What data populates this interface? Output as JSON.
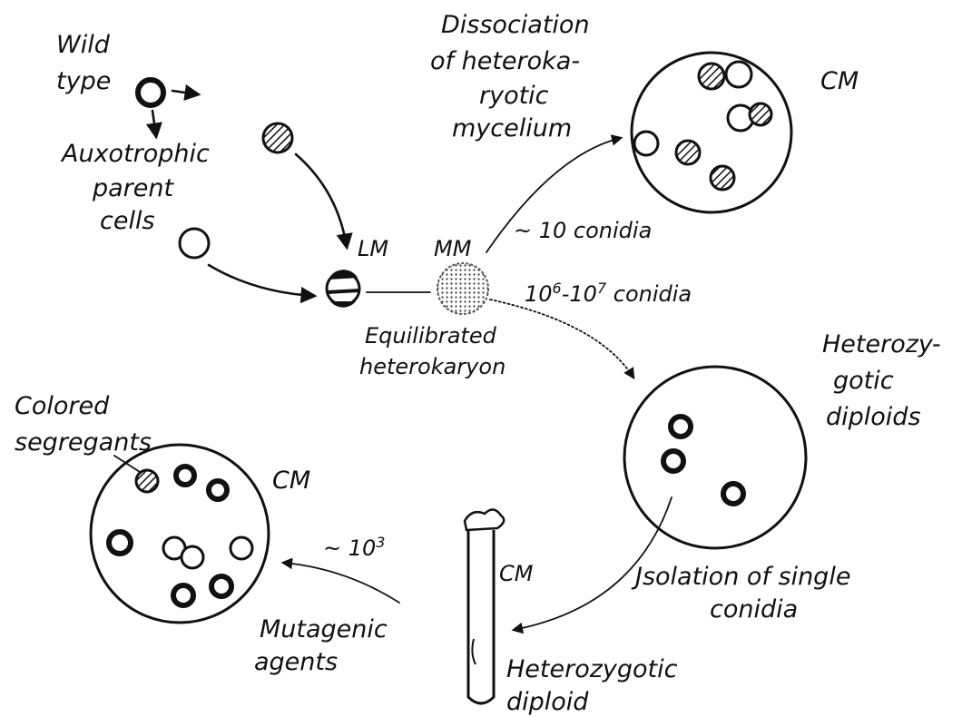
{
  "labels": {
    "wild_type": [
      "Wild",
      "type"
    ],
    "auxotrophic": [
      "Auxotrophic",
      "parent",
      "cells"
    ],
    "lm": "LM",
    "mm": "MM",
    "equilibrated": [
      "Equilibrated",
      "heterokaryon"
    ],
    "dissociation": [
      "Dissociation",
      "of heteroka-",
      "ryotic",
      "mycelium"
    ],
    "cm_top": "CM",
    "ten_conidia": "~ 10 conidia",
    "conidia_range_base": "10",
    "conidia_exp1": "6",
    "conidia_mid": "-10",
    "conidia_exp2": "7",
    "conidia_word": " conidia",
    "heterozygotic_diploids": [
      "Heterozy-",
      "gotic",
      "diploids"
    ],
    "isolation": [
      "Jsolation of single",
      "conidia"
    ],
    "cm_tube": "CM",
    "heterozygotic_diploid": [
      "Heterozygotic",
      "diploid"
    ],
    "colored_segregants": [
      "Colored",
      "segregants"
    ],
    "cm_left": "CM",
    "approx_base": "~ 10",
    "approx_exp": "3",
    "mutagenic": [
      "Mutagenic",
      "agents"
    ]
  },
  "colors": {
    "ink": "#111111",
    "background": "#ffffff"
  }
}
